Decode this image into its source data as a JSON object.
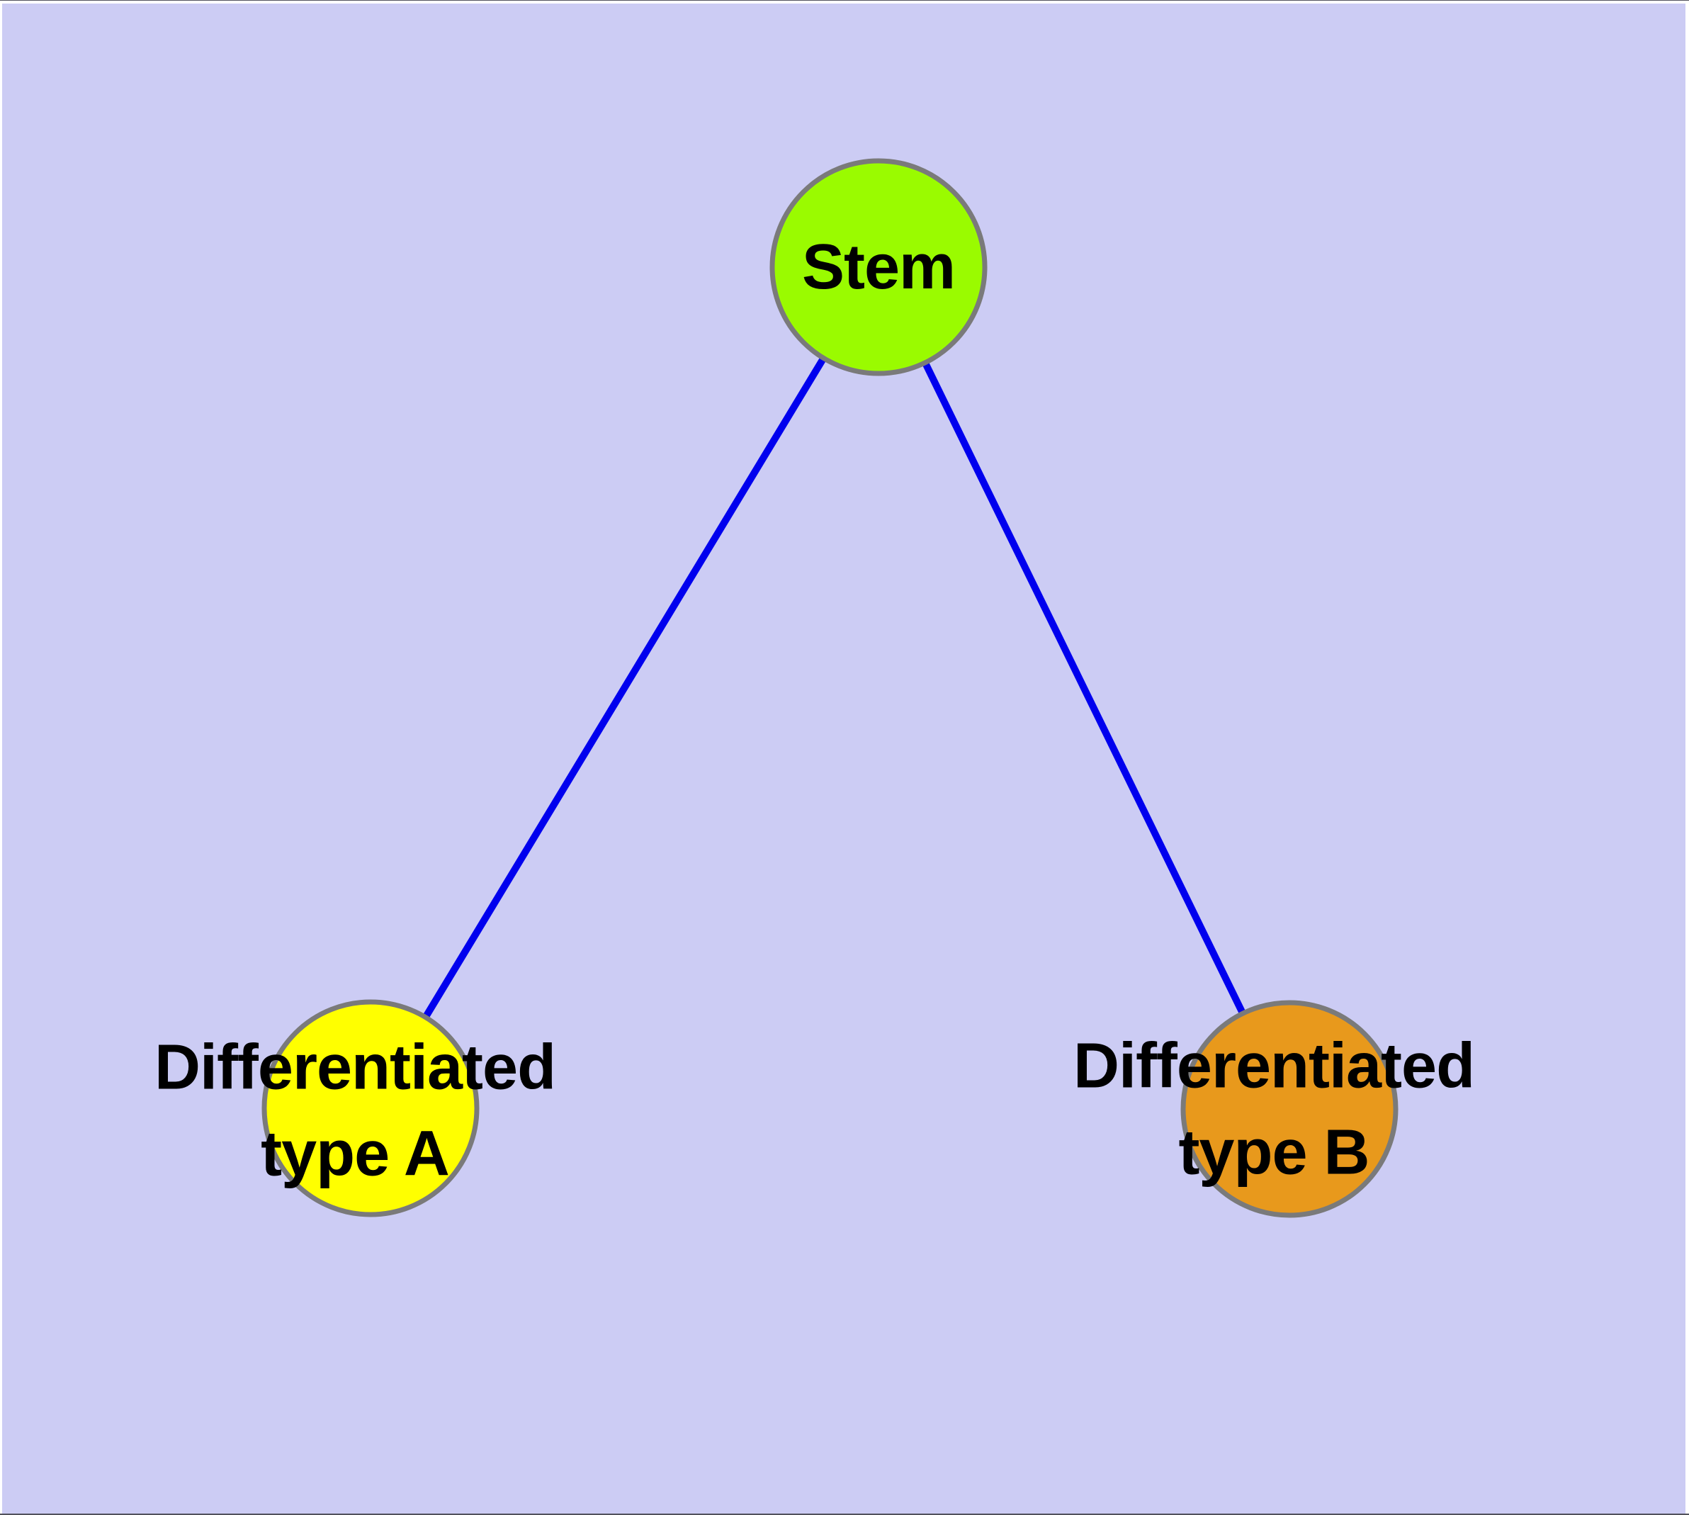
{
  "nodes": {
    "stem": {
      "label": "Stem",
      "fill": "#9AFB00"
    },
    "type_a": {
      "label": "Differentiated type A",
      "label_line1": "Differentiated",
      "label_line2": "type A",
      "fill": "#FFFF00"
    },
    "type_b": {
      "label": "Differentiated type B",
      "label_line1": "Differentiated",
      "label_line2": "type B",
      "fill": "#E8991C"
    }
  },
  "edges": [
    {
      "from": "Stem",
      "to": "Differentiated type A"
    },
    {
      "from": "Stem",
      "to": "Differentiated type B"
    }
  ],
  "colors": {
    "background": "#CCCCF4",
    "edge": "#0000EE",
    "node_border": "#7A7A7A",
    "label_text": "#000000"
  }
}
